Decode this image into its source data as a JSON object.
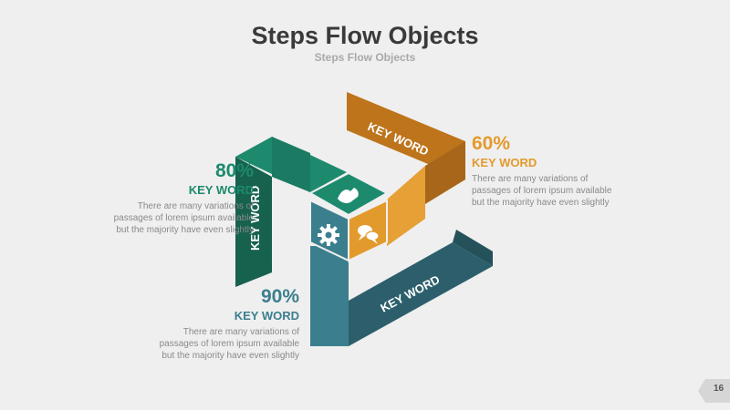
{
  "title": "Steps Flow Objects",
  "subtitle": "Steps Flow Objects",
  "page_number": "16",
  "colors": {
    "green": "#1d8a6e",
    "green_dark": "#17614f",
    "orange": "#e39a2c",
    "orange_dark": "#bd741b",
    "teal": "#3b7f8e",
    "teal_dark": "#2c5f6b",
    "background": "#efefef"
  },
  "bands": {
    "green_label": "KEY WORD",
    "orange_label": "KEY WORD",
    "teal_label": "KEY WORD"
  },
  "icons": {
    "top_face": "handshake-icon",
    "left_face": "gear-icon",
    "right_face": "chat-bubbles-icon"
  },
  "steps": [
    {
      "percent": "80%",
      "keyword": "KEY WORD",
      "desc": [
        "There are many variations of",
        "passages of lorem ipsum available",
        "but the majority have even slightly"
      ]
    },
    {
      "percent": "60%",
      "keyword": "KEY WORD",
      "desc": [
        "There are many variations of",
        "passages of lorem ipsum available",
        "but the majority have even slightly"
      ]
    },
    {
      "percent": "90%",
      "keyword": "KEY WORD",
      "desc": [
        "There are many variations of",
        "passages of lorem ipsum available",
        "but the majority have even slightly"
      ]
    }
  ]
}
